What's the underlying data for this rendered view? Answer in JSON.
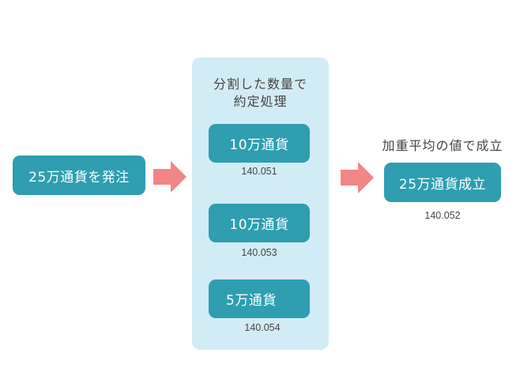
{
  "order": {
    "label": "25万通貨を発注"
  },
  "split_panel": {
    "caption_line1": "分割した数量で",
    "caption_line2": "約定処理",
    "fills": [
      {
        "label": "10万通貨",
        "price": "140.051"
      },
      {
        "label": "10万通貨",
        "price": "140.053"
      },
      {
        "label": "5万通貨",
        "price": "140.054"
      }
    ]
  },
  "result": {
    "caption": "加重平均の値で成立",
    "label": "25万通貨成立",
    "price": "140.052"
  },
  "colors": {
    "box": "#2e9eb0",
    "panel": "#d2ecf6",
    "arrow": "#f28585"
  }
}
